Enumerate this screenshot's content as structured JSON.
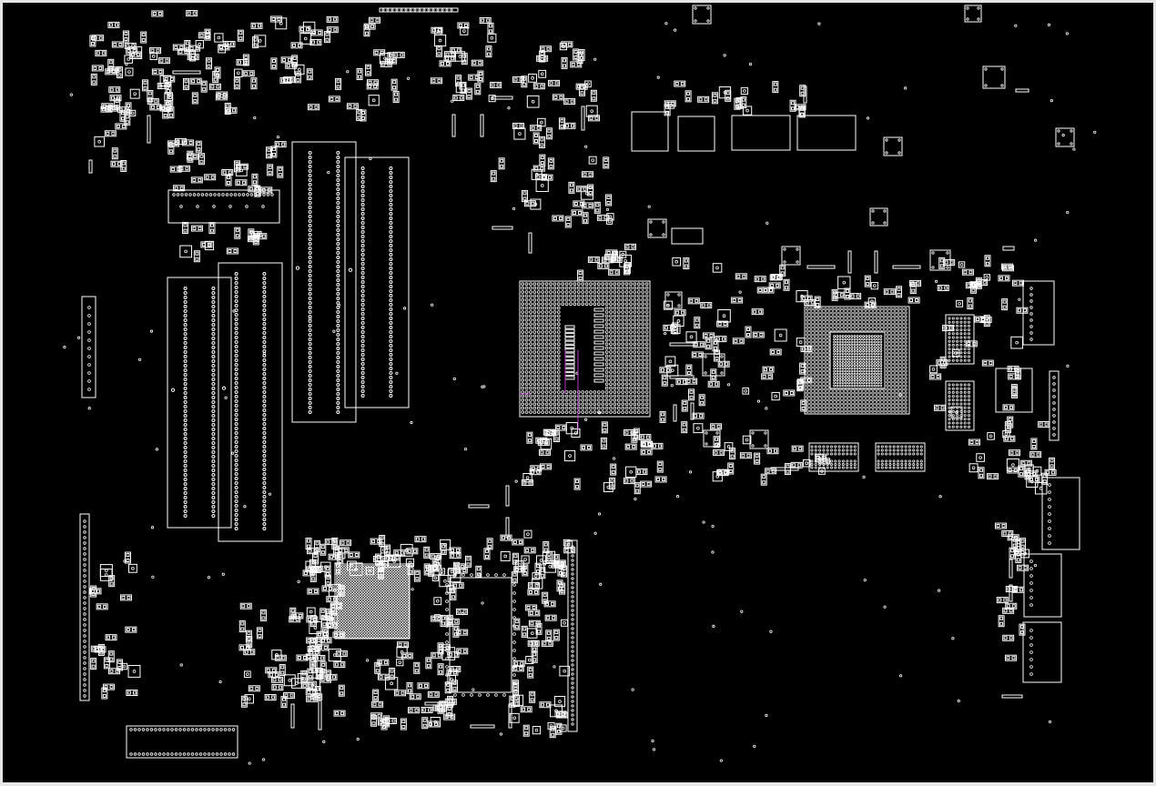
{
  "viewer": {
    "background_color": "#000000",
    "outline_color": "#ffffff",
    "pin_color": "#ffffff",
    "highlight_net_color": "#b43cc8",
    "frame_color": "#e6e6e6"
  },
  "board": {
    "components": [
      {
        "name": "cpu-socket",
        "kind": "bga",
        "icon": "bga-grid-icon"
      },
      {
        "name": "chipset-bga",
        "kind": "bga",
        "icon": "bga-grid-icon"
      },
      {
        "name": "gpu-bga",
        "kind": "bga",
        "icon": "bga-grid-icon"
      },
      {
        "name": "gpu-package",
        "kind": "package",
        "icon": "ic-outline-icon"
      },
      {
        "name": "dimm-slot-a",
        "kind": "connector",
        "icon": "memory-slot-icon"
      },
      {
        "name": "dimm-slot-b",
        "kind": "connector",
        "icon": "memory-slot-icon"
      },
      {
        "name": "dimm-slot-c",
        "kind": "connector",
        "icon": "memory-slot-icon"
      },
      {
        "name": "dimm-slot-d",
        "kind": "connector",
        "icon": "memory-slot-icon"
      },
      {
        "name": "vram-chip",
        "kind": "memory",
        "icon": "memory-chip-icon"
      },
      {
        "name": "io-connector",
        "kind": "connector",
        "icon": "connector-icon"
      },
      {
        "name": "edge-connector",
        "kind": "connector",
        "icon": "connector-icon"
      }
    ]
  }
}
